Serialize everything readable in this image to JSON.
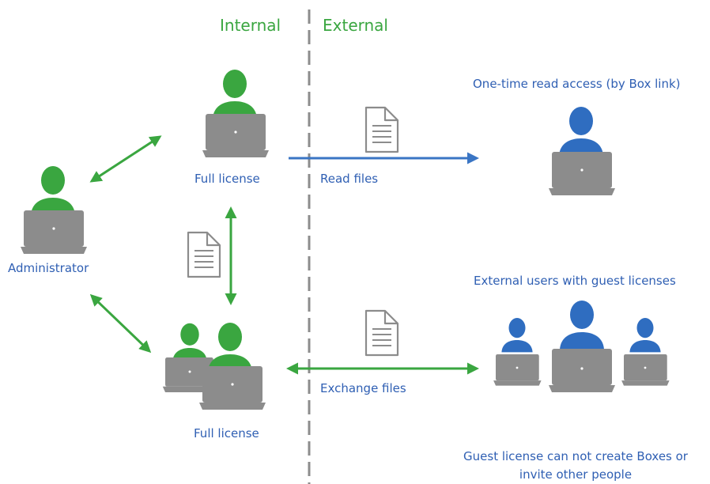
{
  "zones": {
    "internal": "Internal",
    "external": "External"
  },
  "labels": {
    "top_user": "Full license",
    "bottom_users": "Full license",
    "administrator": "Administrator",
    "read_files": "Read files",
    "exchange_files": "Exchange files",
    "one_time_access": "One-time read access (by Box link)",
    "guest_users": "External users with guest licenses",
    "guest_note_line1": "Guest license can not create Boxes or",
    "guest_note_line2": "invite other people"
  },
  "colors": {
    "internal_user": "#3aa640",
    "external_user": "#2f6dc0",
    "laptop": "#8c8c8c",
    "internal_arrow": "#3aa640",
    "read_arrow": "#3a75c4",
    "divider": "#8c8c8c",
    "document": "#8c8c8c",
    "label_text": "#2f5fb3",
    "header_text": "#3aa640"
  },
  "icons": {
    "user": "user-at-laptop-icon",
    "document": "document-icon"
  }
}
